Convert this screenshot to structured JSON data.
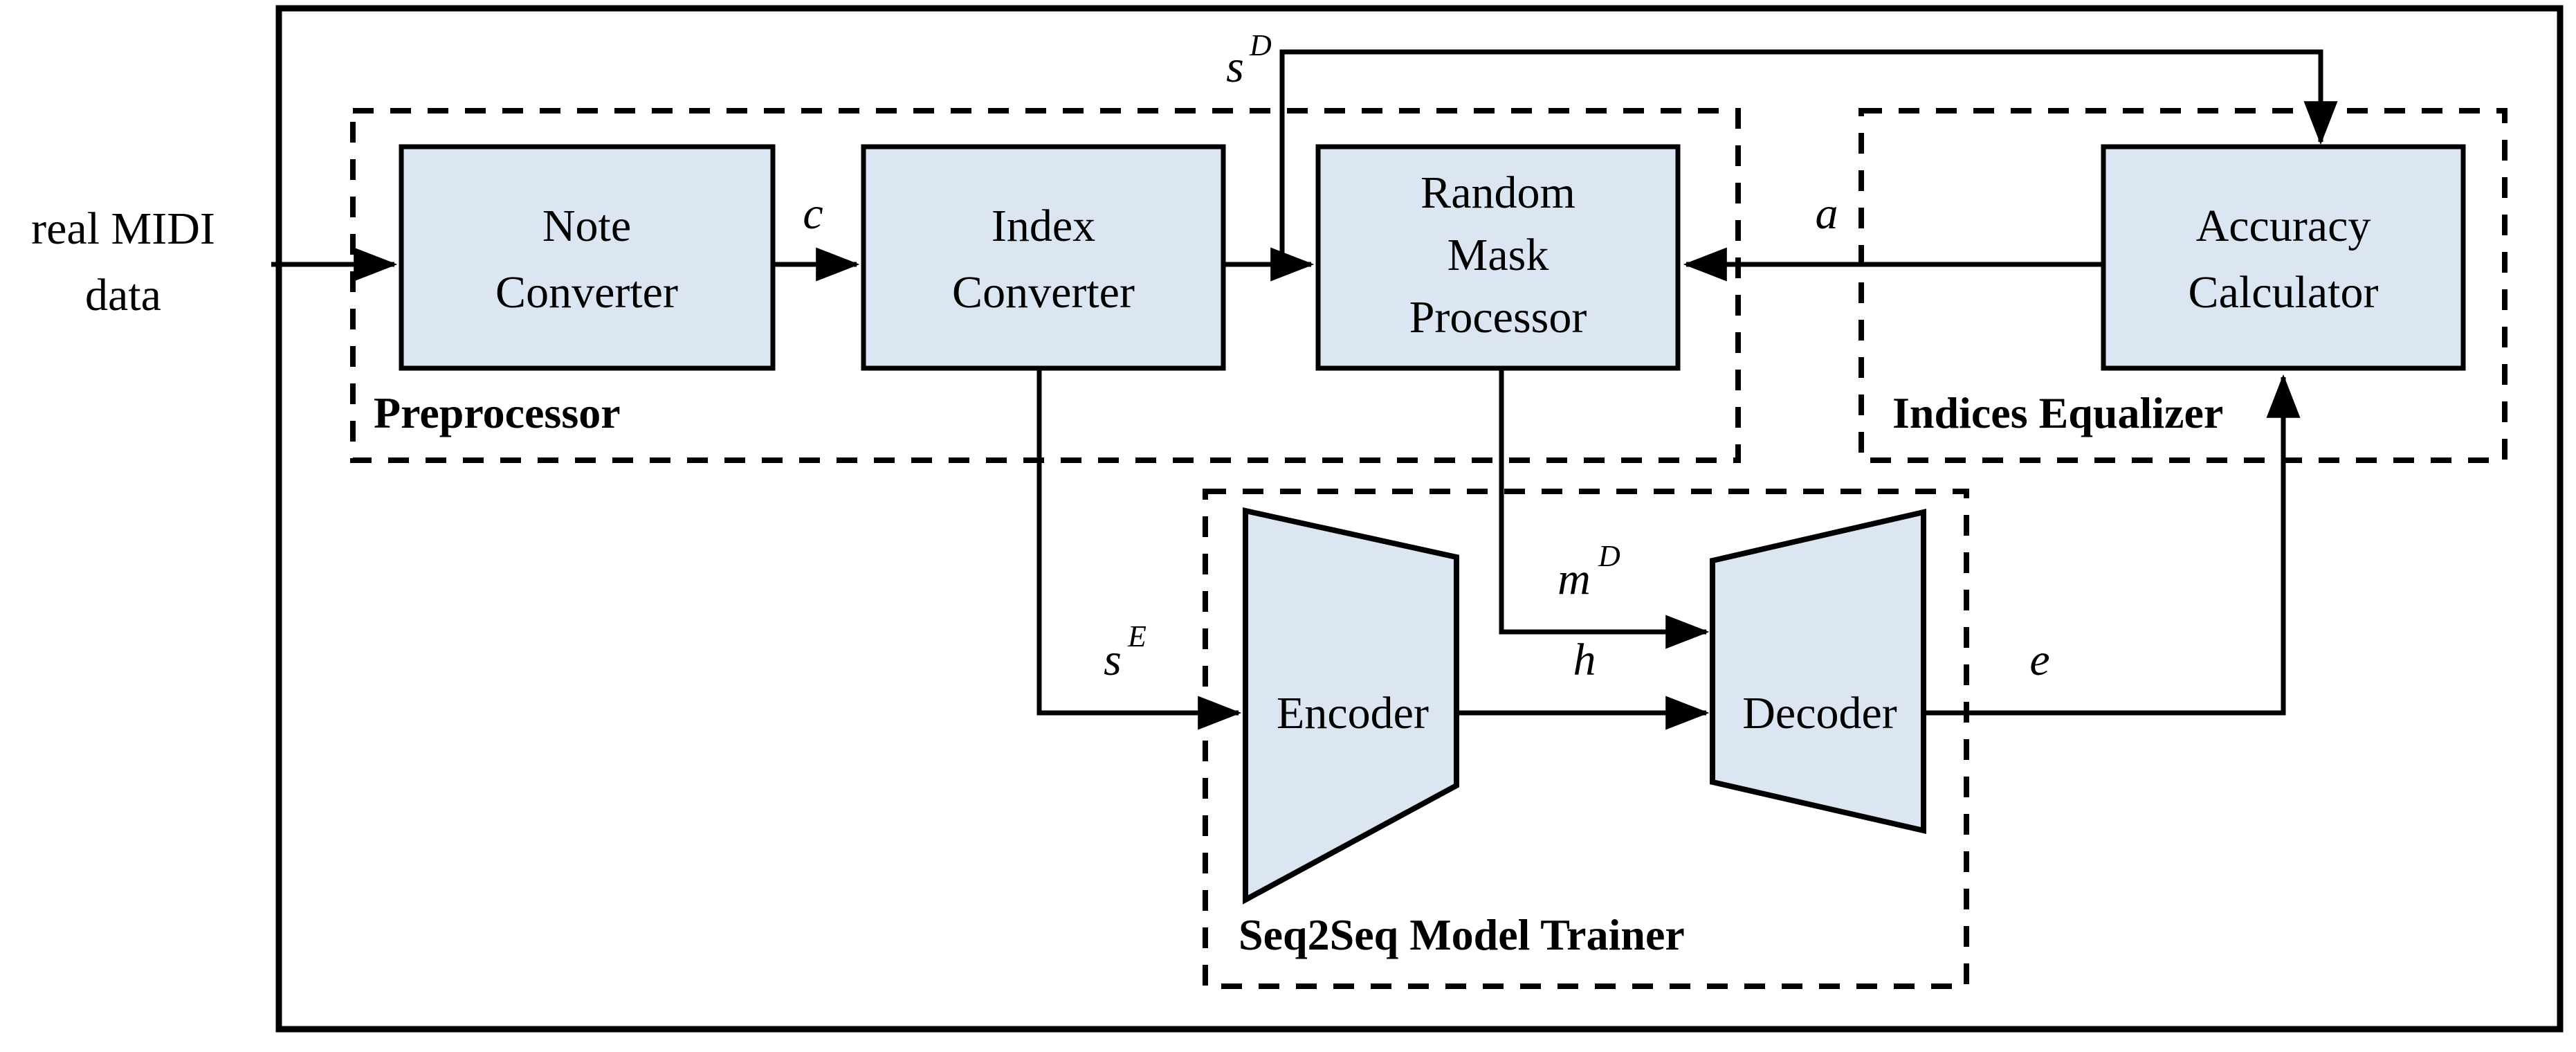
{
  "diagram": {
    "title": "Seq2Seq MIDI training pipeline block diagram",
    "colors": {
      "box_fill": "#dce6f2",
      "stroke": "#000000",
      "background": "#ffffff"
    },
    "input": {
      "label_line1": "real MIDI",
      "label_line2": "data"
    },
    "groups": [
      {
        "id": "preprocessor",
        "label": "Preprocessor"
      },
      {
        "id": "indices-equalizer",
        "label": "Indices Equalizer"
      },
      {
        "id": "seq2seq-model-trainer",
        "label": "Seq2Seq Model Trainer"
      }
    ],
    "blocks": [
      {
        "id": "note-converter",
        "line1": "Note",
        "line2": "Converter",
        "line3": ""
      },
      {
        "id": "index-converter",
        "line1": "Index",
        "line2": "Converter",
        "line3": ""
      },
      {
        "id": "random-mask-processor",
        "line1": "Random",
        "line2": "Mask",
        "line3": "Processor"
      },
      {
        "id": "accuracy-calculator",
        "line1": "Accuracy",
        "line2": "Calculator",
        "line3": ""
      }
    ],
    "trapezoids": [
      {
        "id": "encoder",
        "label": "Encoder"
      },
      {
        "id": "decoder",
        "label": "Decoder"
      }
    ],
    "edges": [
      {
        "id": "c",
        "base": "c",
        "sup": "",
        "from": "note-converter",
        "to": "index-converter"
      },
      {
        "id": "sD",
        "base": "s",
        "sup": "D",
        "from": "index-converter",
        "to": "accuracy-calculator"
      },
      {
        "id": "a",
        "base": "a",
        "sup": "",
        "from": "accuracy-calculator",
        "to": "random-mask-processor"
      },
      {
        "id": "sE",
        "base": "s",
        "sup": "E",
        "from": "index-converter",
        "to": "encoder"
      },
      {
        "id": "mD",
        "base": "m",
        "sup": "D",
        "from": "random-mask-processor",
        "to": "decoder"
      },
      {
        "id": "h",
        "base": "h",
        "sup": "",
        "from": "encoder",
        "to": "decoder"
      },
      {
        "id": "e",
        "base": "e",
        "sup": "",
        "from": "decoder",
        "to": "accuracy-calculator"
      }
    ]
  }
}
